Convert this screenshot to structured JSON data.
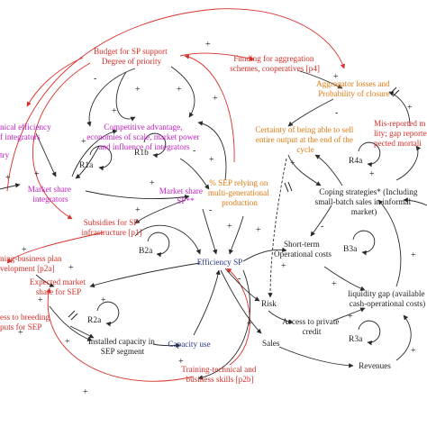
{
  "nodes": {
    "budget": [
      "Budget for SP support",
      "Degree of priority"
    ],
    "funding": [
      "Funding for aggregation",
      "schemes, cooperatives [p4]"
    ],
    "aggregator_losses": [
      "Aggregator losses and",
      "Probability of closure"
    ],
    "tech_efficiency": [
      "nical efficiency",
      "f integrators"
    ],
    "try": [
      "try"
    ],
    "competitive": [
      "Competitive advantage,",
      "economies of scale, market power",
      "and influence of integrators"
    ],
    "certainty": [
      "Certainty of being able to sell",
      "entire output at the end of the",
      "cycle"
    ],
    "misreported": [
      "Mis-reported m",
      "lity; gap reporte",
      "pected mortali"
    ],
    "market_share_integrators": [
      "Market share",
      "integrators"
    ],
    "market_share_sp": [
      "Market share",
      "SP**"
    ],
    "sep_relying": [
      "% SEP relying on",
      "multi-generational",
      "production"
    ],
    "coping": [
      "Coping strategies* (Including",
      "small-batch sales in informal",
      "market)"
    ],
    "subsidies": [
      "Subsidies for SP",
      "infrastructure [p1]"
    ],
    "training_plan": [
      "ning-business plan",
      "velopment [p2a]"
    ],
    "efficiency_sp": [
      "Efficiency SP"
    ],
    "short_term": [
      "Short-term",
      "Operational costs"
    ],
    "expected_share": [
      "Expected market",
      "share for SEP"
    ],
    "liquidity": [
      "liquidity gap (available",
      "cash-operational costs)"
    ],
    "access_breeding": [
      "ess to breeding",
      "puts for SEP"
    ],
    "risk": [
      "Risk"
    ],
    "access_credit": [
      "Access to private",
      "credit"
    ],
    "installed_capacity": [
      "Installed capacity in",
      "SEP segment"
    ],
    "capacity_use": [
      "Capacity use"
    ],
    "sales": [
      "Sales"
    ],
    "revenues": [
      "Revenues"
    ],
    "training_technical": [
      "Training-technical and",
      "business skills [p2b]"
    ]
  },
  "loops": {
    "r1a": "R1a",
    "r1b": "R1b",
    "b2a": "B2a",
    "r2a": "R2a",
    "r4a": "R4a",
    "b3a": "B3a",
    "r3a": "R3a"
  },
  "signs": [
    "+",
    "-",
    "+",
    "+",
    "+",
    "+",
    "+",
    "-",
    "+",
    "+",
    "-",
    "+",
    "+",
    "+",
    "+",
    "+",
    "+",
    "-",
    "+",
    "+",
    "-",
    "+",
    "+",
    "+",
    "+",
    "+",
    "+",
    "-",
    "+",
    "+",
    "+",
    "+",
    "+",
    "+",
    "+",
    "+",
    "+"
  ],
  "colors": {
    "red": "#d8302a",
    "magenta": "#c21fc2",
    "orange": "#e07b14",
    "blue": "#2a3a8c",
    "black": "#222222"
  }
}
